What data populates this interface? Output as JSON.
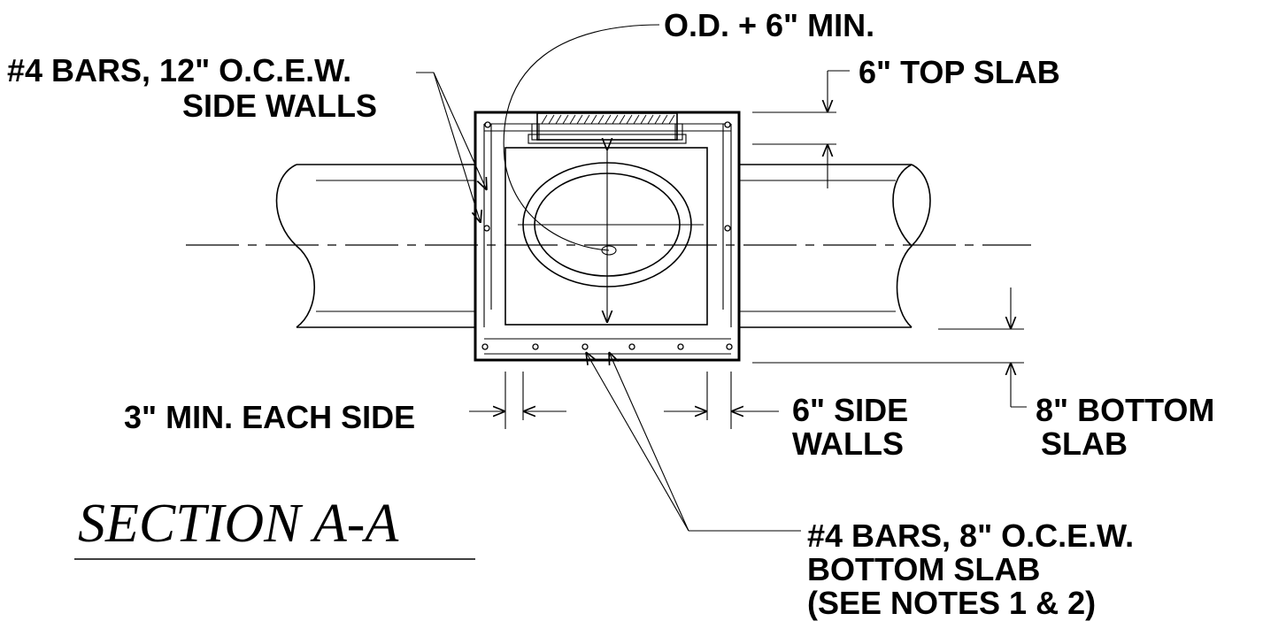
{
  "diagram": {
    "title": "SECTION A-A",
    "labels": {
      "od_min": "O.D. + 6\" MIN.",
      "side_bars_line1": "#4 BARS, 12\" O.C.E.W.",
      "side_bars_line2": "SIDE WALLS",
      "top_slab": "6\" TOP SLAB",
      "min_each_side": "3\" MIN. EACH SIDE",
      "side_walls_line1": "6\" SIDE",
      "side_walls_line2": "WALLS",
      "bottom_slab_line1": "8\" BOTTOM",
      "bottom_slab_line2": "SLAB",
      "bottom_bars_line1": "#4 BARS, 8\" O.C.E.W.",
      "bottom_bars_line2": "BOTTOM SLAB",
      "bottom_bars_line3": "(SEE NOTES 1 & 2)"
    }
  }
}
